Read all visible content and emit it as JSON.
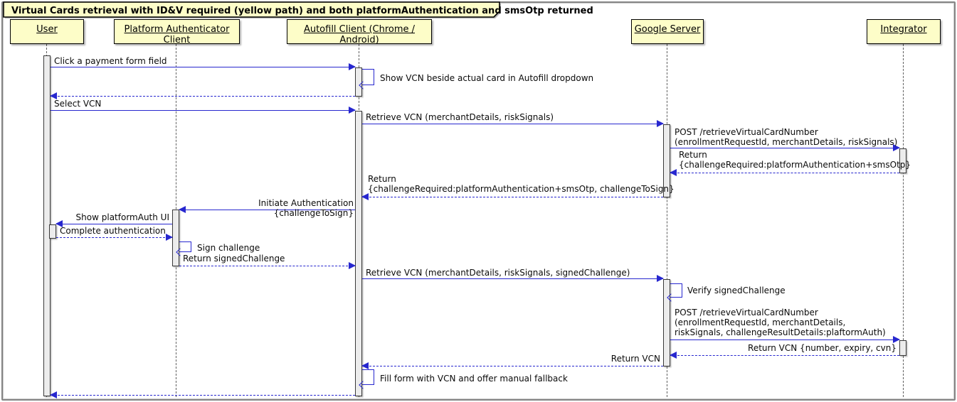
{
  "diagram": {
    "title": "Virtual Cards retrieval with ID&V required (yellow path) and both platformAuthentication and smsOtp returned",
    "participants": [
      {
        "name": "User"
      },
      {
        "name": "Platform Authenticator Client"
      },
      {
        "name": "Autofill Client (Chrome / Android)"
      },
      {
        "name": "Google Server"
      },
      {
        "name": "Integrator"
      }
    ],
    "messages": {
      "click_payment_field": "Click a payment form field",
      "show_vcn_dropdown": "Show VCN beside actual card in Autofill dropdown",
      "select_vcn": "Select VCN",
      "retrieve_vcn_1": "Retrieve VCN (merchantDetails, riskSignals)",
      "post_retrieve_1": "POST /retrieveVirtualCardNumber\n(enrollmentRequestId, merchantDetails, riskSignals)",
      "return_challenge_required": "Return\n{challengeRequired:platformAuthentication+smsOtp}",
      "return_challenge_to_sign": "Return\n{challengeRequired:platformAuthentication+smsOtp, challengeToSign}",
      "initiate_authentication": "Initiate Authentication {challengeToSign}",
      "show_platform_auth_ui": "Show platformAuth UI",
      "complete_authentication": "Complete authentication",
      "sign_challenge": "Sign challenge",
      "return_signed_challenge": "Return signedChallenge",
      "retrieve_vcn_2": "Retrieve VCN (merchantDetails, riskSignals, signedChallenge)",
      "verify_signed_challenge": "Verify signedChallenge",
      "post_retrieve_2": "POST /retrieveVirtualCardNumber\n(enrollmentRequestId, merchantDetails,\nriskSignals, challengeResultDetails:plaftormAuth)",
      "return_vcn_full": "Return VCN {number, expiry, cvn}",
      "return_vcn": "Return VCN",
      "fill_form": "Fill form with VCN and offer manual fallback"
    },
    "colors": {
      "arrow_blue": "#2727cf",
      "participant_fill": "#fdfdc8",
      "activation_fill": "#ececec"
    }
  }
}
